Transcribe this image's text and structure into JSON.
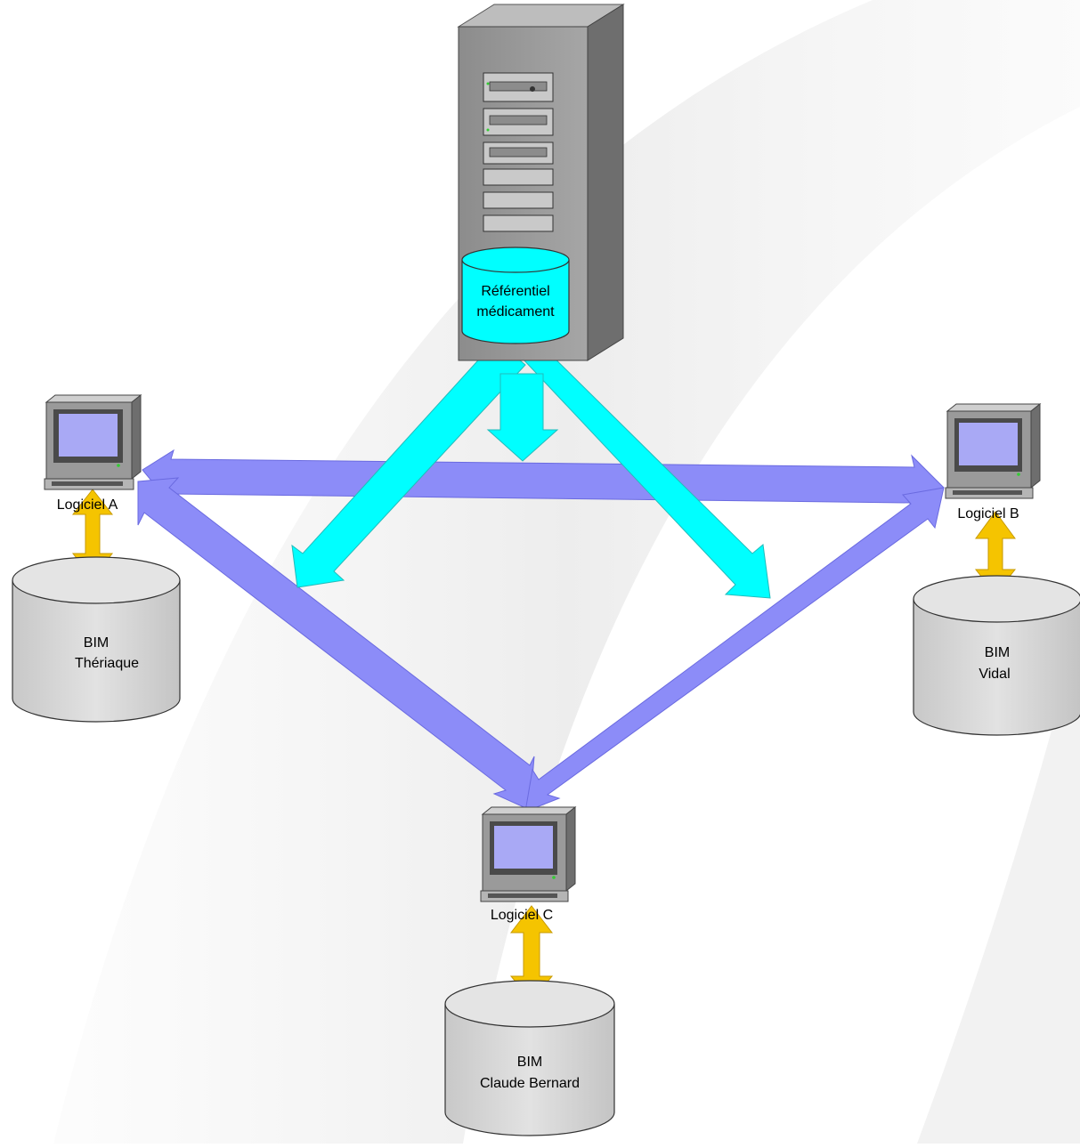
{
  "central_repository": {
    "line1": "Référentiel",
    "line2": "médicament"
  },
  "software": [
    {
      "id": "a",
      "label": "Logiciel A"
    },
    {
      "id": "b",
      "label": "Logiciel B"
    },
    {
      "id": "c",
      "label": "Logiciel C"
    }
  ],
  "databases": [
    {
      "id": "a",
      "line1": "BIM",
      "line2": "Thériaque"
    },
    {
      "id": "b",
      "line1": "BIM",
      "line2": "Vidal"
    },
    {
      "id": "c",
      "line1": "BIM",
      "line2": "Claude Bernard"
    }
  ],
  "colors": {
    "server_body": "#9a9a9a",
    "repository_fill": "#00ffff",
    "distribution_arrow": "#00ffff",
    "exchange_arrow": "#8c8cf8",
    "database_arrow": "#f5c400",
    "database_fill": "#d9d9d9",
    "screen": "#a9a9f5"
  }
}
